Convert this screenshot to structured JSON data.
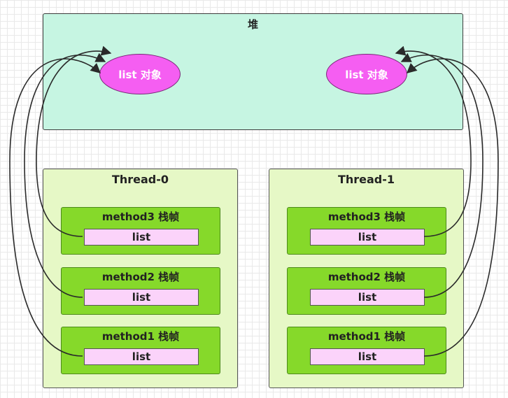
{
  "heap": {
    "title": "堆",
    "objects": [
      "list 对象",
      "list 对象"
    ]
  },
  "threads": [
    {
      "title": "Thread-0",
      "frames": [
        {
          "title": "method3 栈帧",
          "slot": "list"
        },
        {
          "title": "method2 栈帧",
          "slot": "list"
        },
        {
          "title": "method1 栈帧",
          "slot": "list"
        }
      ]
    },
    {
      "title": "Thread-1",
      "frames": [
        {
          "title": "method3 栈帧",
          "slot": "list"
        },
        {
          "title": "method2 栈帧",
          "slot": "list"
        },
        {
          "title": "method1 栈帧",
          "slot": "list"
        }
      ]
    }
  ],
  "colors": {
    "heap_fill": "#c6f5e2",
    "object_fill": "#f55ef2",
    "thread_fill": "#e6f8c6",
    "frame_fill": "#86d92a",
    "slot_fill": "#fbd3fa",
    "arrow": "#2a2a2a"
  }
}
